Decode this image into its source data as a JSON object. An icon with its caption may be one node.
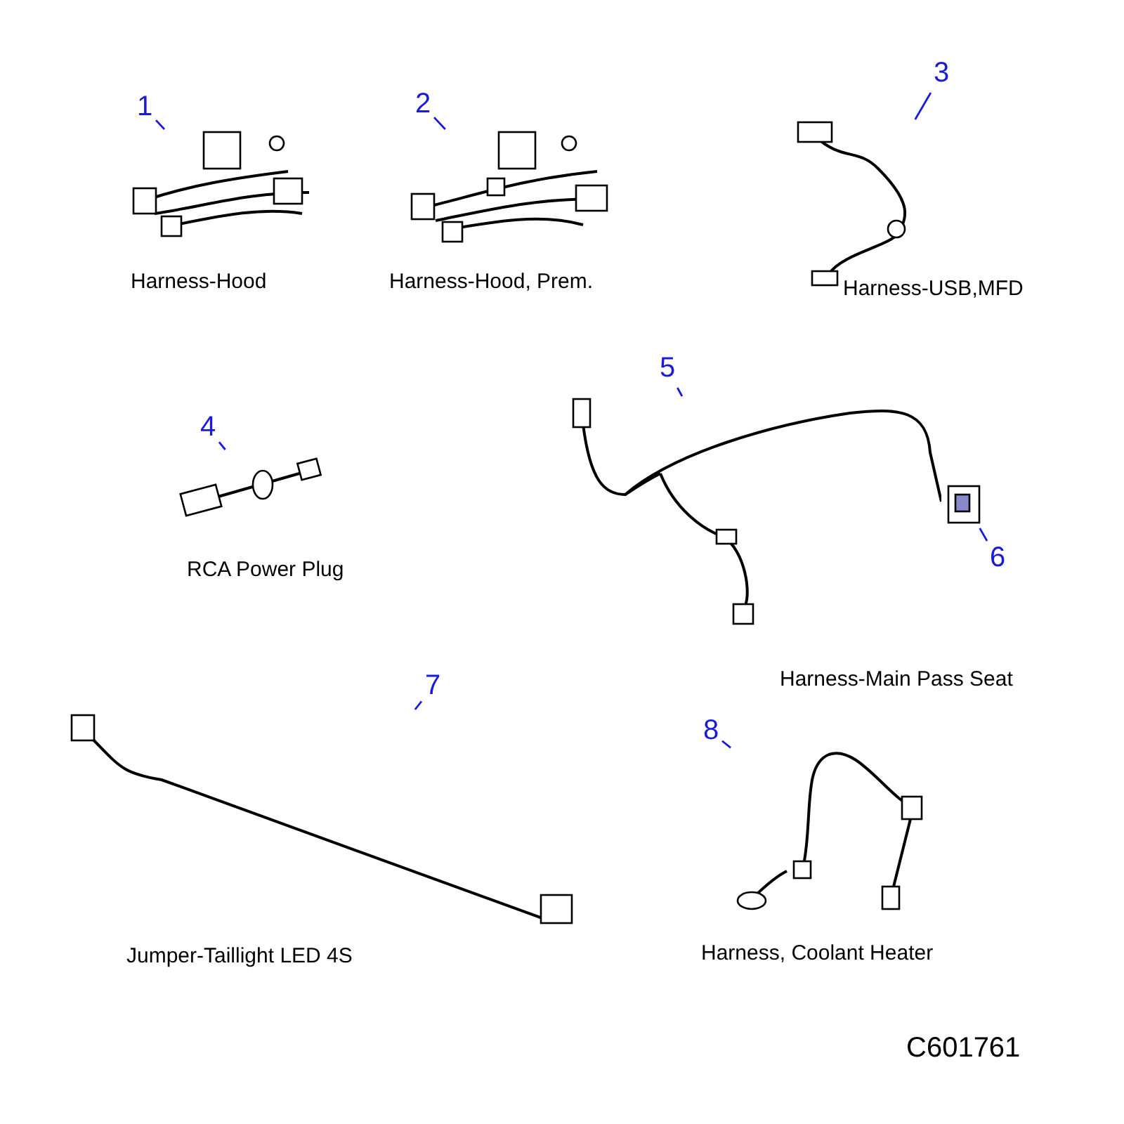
{
  "diagram": {
    "nodes": [
      {
        "text": [
          "1"
        ]
      },
      {
        "text": [],
        "shape": "picture"
      },
      {
        "text": [
          "2"
        ]
      },
      {
        "text": [],
        "shape": "picture"
      },
      {
        "text": [
          "3"
        ]
      },
      {
        "text": [],
        "shape": "picture"
      },
      {
        "text": [
          "4"
        ]
      },
      {
        "text": [],
        "shape": "picture"
      },
      {
        "text": [
          "5"
        ]
      },
      {
        "text": [],
        "shape": "picture"
      },
      {
        "text": [
          "6"
        ]
      },
      {
        "text": [],
        "shape": "picture"
      },
      {
        "text": [
          "7"
        ]
      },
      {
        "text": [],
        "shape": "picture"
      },
      {
        "text": [
          "8"
        ]
      },
      {
        "text": [],
        "shape": "picture"
      }
    ],
    "edges": [
      {
        "from": 0,
        "to": 1,
        "arrow": "none"
      },
      {
        "from": 2,
        "to": 3,
        "arrow": "none"
      },
      {
        "from": 4,
        "to": 5,
        "arrow": "none"
      },
      {
        "from": 6,
        "to": 7,
        "arrow": "none"
      },
      {
        "from": 8,
        "to": 9,
        "arrow": "none"
      },
      {
        "from": 10,
        "to": 11,
        "arrow": "none"
      },
      {
        "from": 12,
        "to": 13,
        "arrow": "none"
      },
      {
        "from": 14,
        "to": 15,
        "arrow": "none"
      }
    ],
    "labels": [
      "Harness-Hood",
      "Harness-Hood, Prem.",
      "Harness-USB,MFD",
      "RCA Power Plug",
      "Harness-Main Pass Seat",
      "Jumper-Taillight LED 4S",
      "Harness, Coolant Heater",
      "C601761"
    ]
  }
}
